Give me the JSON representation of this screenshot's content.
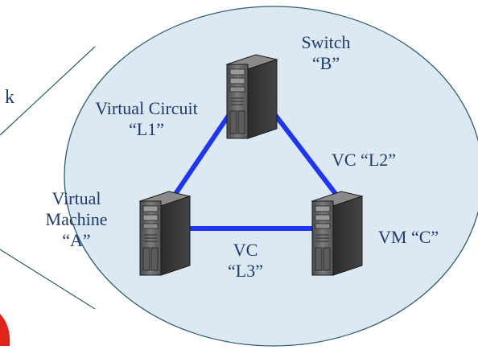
{
  "colors": {
    "bubble_fill": "#dce8f2",
    "bubble_stroke": "#2f5f6f",
    "link": "#1f35f0",
    "text": "#1f3a73",
    "red_fragment": "#e0251b"
  },
  "partial_label": "k",
  "nodes": {
    "a": {
      "icon": "server-tower-icon",
      "label_line1": "Virtual",
      "label_line2": "Machine",
      "label_line3": "“A”"
    },
    "b": {
      "icon": "server-tower-icon",
      "label_line1": "Switch",
      "label_line2": "“B”"
    },
    "c": {
      "icon": "server-tower-icon",
      "label": "VM “C”"
    }
  },
  "links": {
    "l1": {
      "line1": "Virtual Circuit",
      "line2": "“L1”"
    },
    "l2": {
      "label": "VC “L2”"
    },
    "l3": {
      "line1": "VC",
      "line2": "“L3”"
    }
  }
}
